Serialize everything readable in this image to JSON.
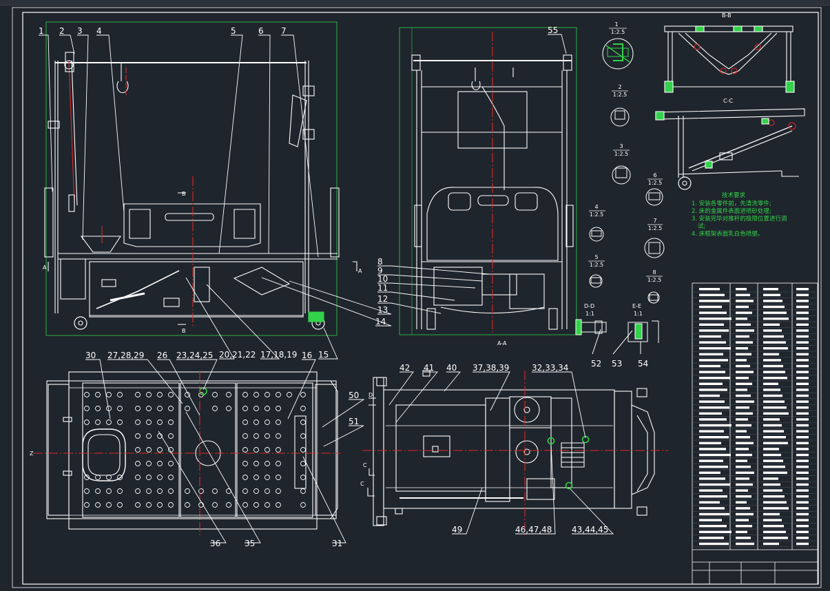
{
  "canvas": {
    "background": "#1f252c",
    "line_color": "#ffffff",
    "accent_green": "#32d24a",
    "center_red": "#e02828",
    "hatch_blue": "#1a73e8"
  },
  "callouts": {
    "front_view": [
      "1",
      "2",
      "3",
      "4",
      "5",
      "6",
      "7",
      "20,21,22",
      "17,18,19",
      "15",
      "14",
      "13",
      "12",
      "11",
      "10",
      "9",
      "8"
    ],
    "side_view": [
      "55"
    ],
    "top_view": [
      "30",
      "27,28,29",
      "26",
      "23,24,25",
      "16",
      "50",
      "51",
      "36",
      "35",
      "31"
    ],
    "bottom_view": [
      "42",
      "41",
      "40",
      "37,38,39",
      "32,33,34",
      "49",
      "46,47,48",
      "43,44,45"
    ],
    "details_lower": [
      "52",
      "53",
      "54"
    ]
  },
  "section_labels": {
    "aa": "A-A",
    "bb": "B-B",
    "cc": "C-C",
    "dd": "D-D",
    "ee": "E-E",
    "section_b_mark": "B",
    "section_a_mark": "A",
    "d_mark": "D",
    "c_mark": "C",
    "z_mark": "Z"
  },
  "detail_views": [
    {
      "id": "1",
      "scale": "1:2.5"
    },
    {
      "id": "2",
      "scale": "1:2.5"
    },
    {
      "id": "3",
      "scale": "1:2.5"
    },
    {
      "id": "6",
      "scale": "1:2.5"
    },
    {
      "id": "4",
      "scale": "1:2.5"
    },
    {
      "id": "7",
      "scale": "1:2.5"
    },
    {
      "id": "5",
      "scale": "1:2.5"
    },
    {
      "id": "8",
      "scale": "1:2.5"
    }
  ],
  "section_scales": {
    "dd": "1:1",
    "ee": "1:1"
  },
  "tech_notes": {
    "title": "技术要求",
    "items": [
      "1. 安装各零件前，先清洗零件;",
      "2. 床的金属件表面进喷砂处理;",
      "3. 安装完毕对推杆的极限位置进行调",
      "试;",
      "4. 床框架表面乳白色喷塑。"
    ]
  }
}
